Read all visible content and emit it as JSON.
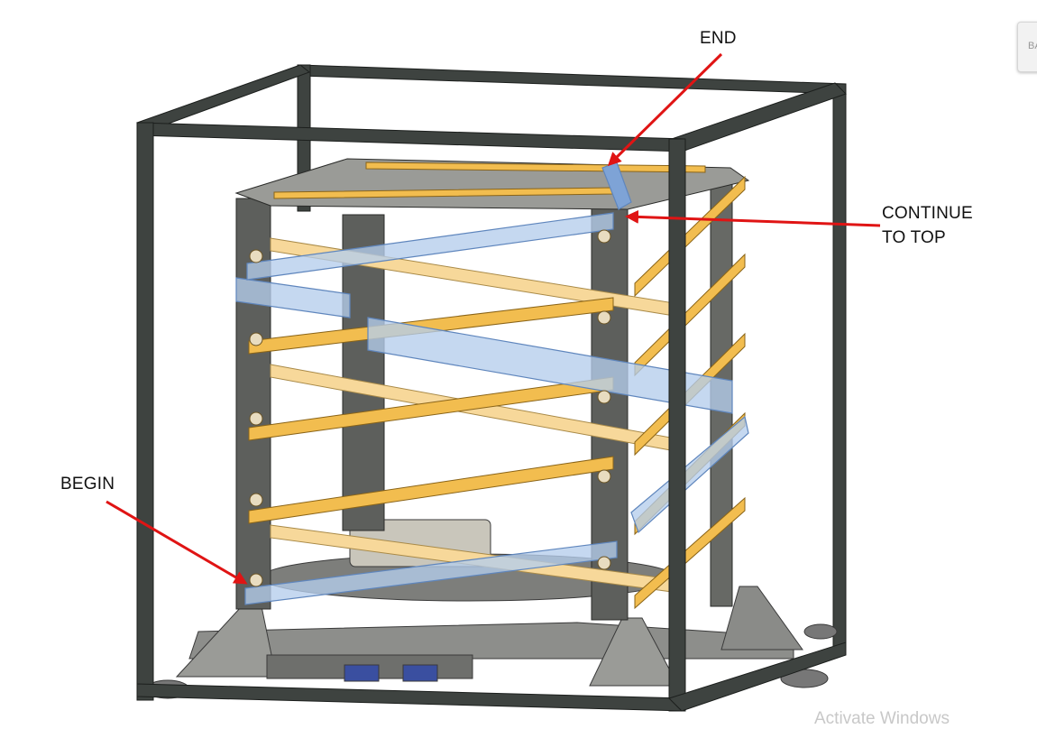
{
  "labels": {
    "end": "END",
    "continue_line1": "CONTINUE",
    "continue_line2": "TO TOP",
    "begin": "BEGIN"
  },
  "overlay": {
    "watermark": "Activate Windows",
    "corner_button": "BA"
  },
  "colors": {
    "frame": "#3e4340",
    "frame_edge": "#1c1f1d",
    "post": "#5d5f5c",
    "rod": "#f2bd4f",
    "rod_edge": "#8a6418",
    "blue_bar": "#b5cdec",
    "blue_bar_edge": "#5f86bd",
    "arrow": "#e01414",
    "base": "#8d8e8b",
    "connector": "#3a4fa0"
  }
}
